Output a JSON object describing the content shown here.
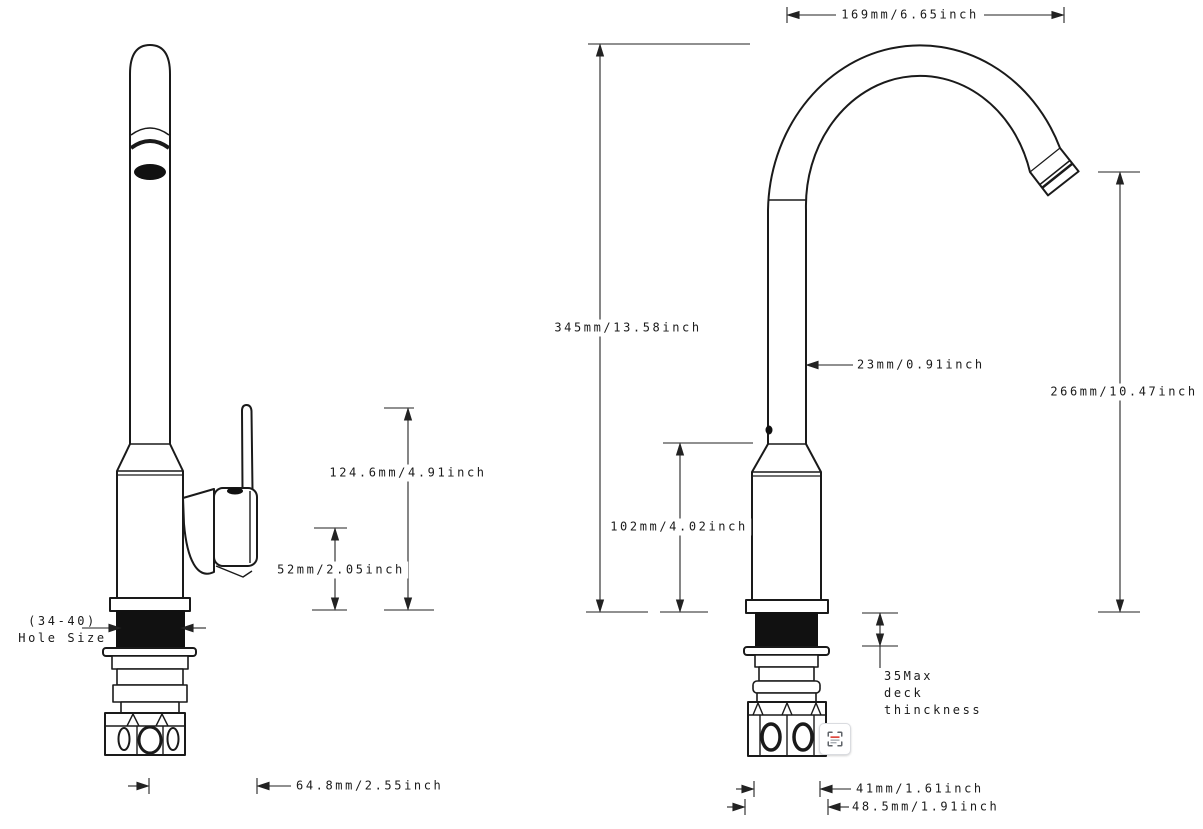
{
  "colors": {
    "line": "#1a1a1a",
    "dimension": "#222222",
    "fill_black": "#111111",
    "tool_red": "#d93025"
  },
  "left_view": {
    "hole_size_line1": "(34-40)",
    "hole_size_line2": "Hole Size",
    "handle_top_height": "124.6mm/4.91inch",
    "body_height": "52mm/2.05inch",
    "spout_reach": "64.8mm/2.55inch"
  },
  "right_view": {
    "spout_width": "169mm/6.65inch",
    "total_height": "345mm/13.58inch",
    "tube_diameter": "23mm/0.91inch",
    "spout_height": "266mm/10.47inch",
    "base_height": "102mm/4.02inch",
    "deck_note_line1": "35Max",
    "deck_note_line2": "deck",
    "deck_note_line3": "thinckness",
    "hose_span": "41mm/1.61inch",
    "base_span": "48.5mm/1.91inch"
  },
  "overlay": {
    "tool_icon": "region-select-icon"
  }
}
